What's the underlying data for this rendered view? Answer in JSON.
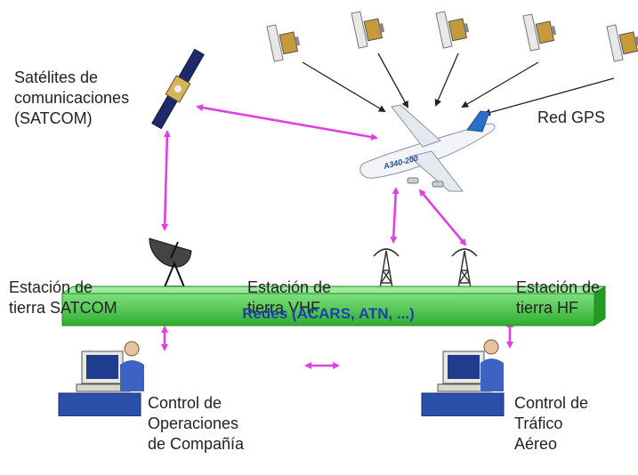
{
  "labels": {
    "satcom": [
      "Satélites de",
      "comunicaciones",
      "(SATCOM)"
    ],
    "gps": "Red GPS",
    "ground_satcom": [
      "Estación de",
      "tierra SATCOM"
    ],
    "ground_vhf": [
      "Estación de",
      "tierra VHF"
    ],
    "ground_hf": [
      "Estación de",
      "tierra HF"
    ],
    "networks": "Redes (ACARS, ATN, ...)",
    "company_ops": [
      "Control de",
      "Operaciones",
      "de Compañía"
    ],
    "atc": [
      "Control de",
      "Tráfico",
      "Aéreo"
    ],
    "aircraft_marking": "A340-200"
  },
  "colors": {
    "link": "#e040e0",
    "network_bar": "#3cc43c",
    "network_text": "#1f3fb0",
    "gps_arrow": "#222222"
  },
  "icons": [
    "satellite-icon",
    "gps-satellite-icon",
    "aircraft-icon",
    "dish-antenna-icon",
    "radio-tower-icon",
    "computer-workstation-icon"
  ]
}
